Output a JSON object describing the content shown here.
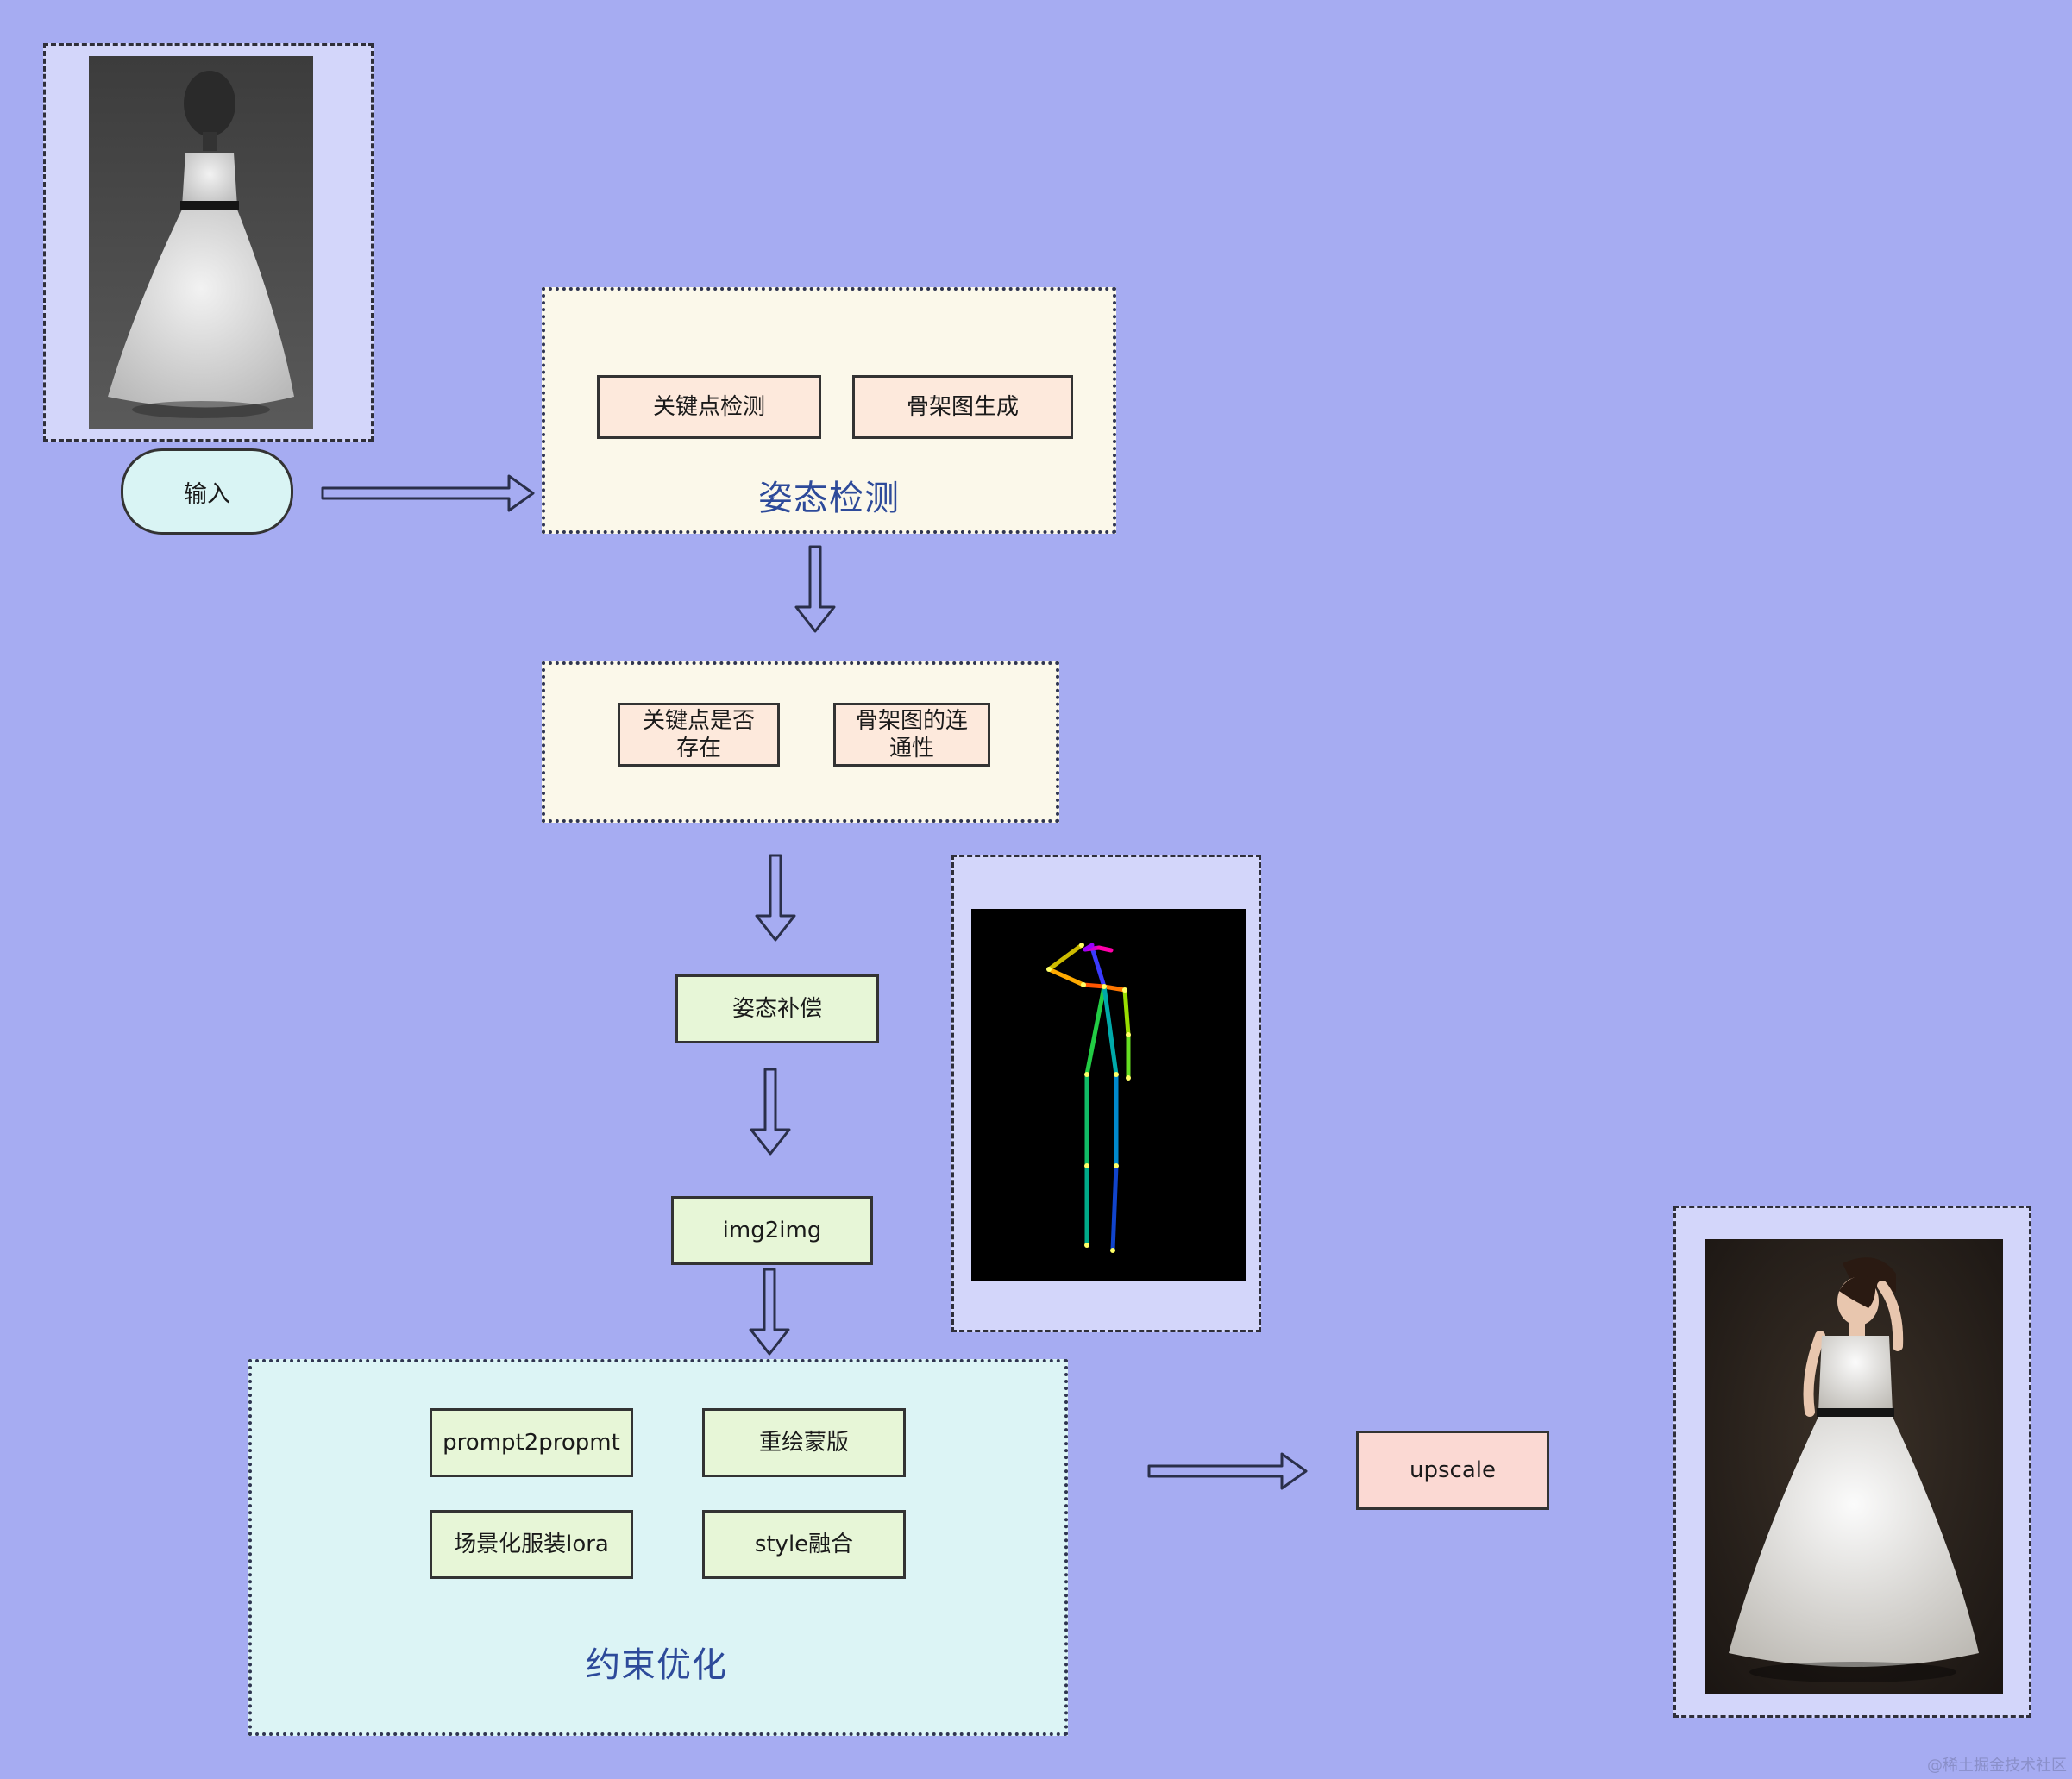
{
  "input": {
    "label": "输入"
  },
  "pose_detection": {
    "title": "姿态检测",
    "items": [
      "关键点检测",
      "骨架图生成"
    ]
  },
  "pose_check": {
    "items": [
      "关键点是否\n存在",
      "骨架图的连\n通性"
    ]
  },
  "pose_compensation": {
    "label": "姿态补偿"
  },
  "img2img": {
    "label": "img2img"
  },
  "constraint_optimization": {
    "title": "约束优化",
    "items": [
      "prompt2propmt",
      "重绘蒙版",
      "场景化服装lora",
      "style融合"
    ]
  },
  "upscale": {
    "label": "upscale"
  },
  "watermark": "@稀土掘金技术社区",
  "colors": {
    "background": "#a6acf2",
    "cream_panel": "#fbf8ea",
    "cyan_panel": "#dcf4f5",
    "peach_box": "#fde9dc",
    "green_box": "#e7f6d7",
    "pink_box": "#fbd9d3",
    "title_blue": "#2d4a9a"
  }
}
